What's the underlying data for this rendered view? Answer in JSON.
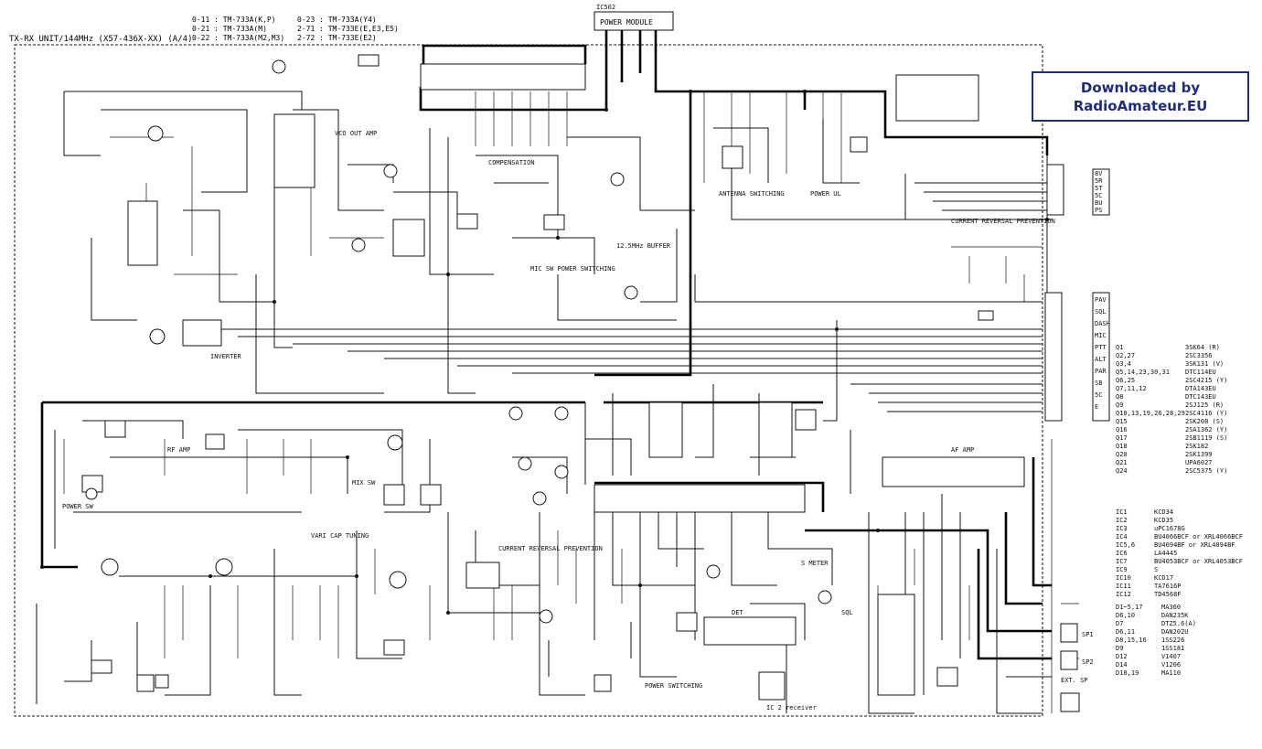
{
  "header": {
    "title": "TX-RX UNIT/144MHz (X57-436X-XX) (A/4)",
    "variants": [
      "0-11 : TM-733A(K,P)",
      "0-21 : TM-733A(M)",
      "0-22 : TM-733A(M2,M3)",
      "0-23 : TM-733A(Y4)",
      "2-71 : TM-733E(E,E3,E5)",
      "2-72 : TM-733E(E2)"
    ]
  },
  "watermark": {
    "line1": "Downloaded by",
    "line2": "RadioAmateur.EU"
  },
  "blocks": {
    "power_module": "POWER MODULE",
    "ic502": "IC502",
    "vco_out_amp": "VCO OUT AMP",
    "inverter": "INVERTER",
    "compensation": "COMPENSATION",
    "antenna_switching": "ANTENNA SWITCHING",
    "power_ul": "POWER UL",
    "current_reversal": "CURRENT REVERSAL PREVENTION",
    "buffer": "12.5MHz BUFFER",
    "mic_sw": "MIC SW POWER SWITCHING",
    "rf_amp": "RF AMP",
    "af_amp": "AF AMP",
    "power_sw": "POWER SW",
    "varicap_tuning": "VARI CAP TUNING",
    "current_reversal_2": "CURRENT REVERSAL PREVENTION",
    "s_meter": "S METER",
    "power_switching": "POWER SWITCHING",
    "ic2_receiver": "IC 2 receiver",
    "mixer": "MIX SW",
    "detector": "DET",
    "squelch": "SQL"
  },
  "connectors": {
    "cn_top": [
      "8V",
      "5R",
      "5T",
      "5C",
      "BU",
      "PS"
    ],
    "cn_right": [
      "PAV",
      "SQL",
      "DASH",
      "MIC",
      "PTT",
      "ALT",
      "PAR",
      "SB",
      "5C",
      "E"
    ],
    "outputs": [
      "SP1",
      "SP2",
      "EXT. SP"
    ]
  },
  "parts_list": {
    "transistors": [
      {
        "ref": "Q1",
        "part": "3SK64 (R)"
      },
      {
        "ref": "Q2,27",
        "part": "2SC3356"
      },
      {
        "ref": "Q3,4",
        "part": "3SK131 (V)"
      },
      {
        "ref": "Q5,14,23,30,31",
        "part": "DTC114EU"
      },
      {
        "ref": "Q6,25",
        "part": "2SC4215 (Y)"
      },
      {
        "ref": "Q7,11,12",
        "part": "DTA143EU"
      },
      {
        "ref": "Q8",
        "part": "DTC143EU"
      },
      {
        "ref": "Q9",
        "part": "2SJ125 (R)"
      },
      {
        "ref": "Q10,13,19,26,28,29",
        "part": "2SC4116 (Y)"
      },
      {
        "ref": "Q15",
        "part": "2SK208 (S)"
      },
      {
        "ref": "Q16",
        "part": "2SA1362 (Y)"
      },
      {
        "ref": "Q17",
        "part": "2SB1119 (S)"
      },
      {
        "ref": "Q18",
        "part": "2SK182"
      },
      {
        "ref": "Q20",
        "part": "2SK1399"
      },
      {
        "ref": "Q21",
        "part": "UPA6027"
      },
      {
        "ref": "Q24",
        "part": "2SC5375 (Y)"
      }
    ],
    "ics": [
      {
        "ref": "IC1",
        "part": "KCD34"
      },
      {
        "ref": "IC2",
        "part": "KCD35"
      },
      {
        "ref": "IC3",
        "part": "uPC1678G"
      },
      {
        "ref": "IC4",
        "part": "BU4066BCF or XRL4066BCF"
      },
      {
        "ref": "IC5,6",
        "part": "BU4094BF or XRL4094BF"
      },
      {
        "ref": "IC6",
        "part": "LA4445"
      },
      {
        "ref": "IC7",
        "part": "BU4053BCF or XRL4053BCF"
      },
      {
        "ref": "IC9",
        "part": "S"
      },
      {
        "ref": "IC10",
        "part": "KCD17"
      },
      {
        "ref": "IC11",
        "part": "TA7616P"
      },
      {
        "ref": "IC12",
        "part": "TD4568F"
      }
    ],
    "diodes": [
      {
        "ref": "D1~5,17",
        "part": "MA360"
      },
      {
        "ref": "D6,10",
        "part": "DAN235K"
      },
      {
        "ref": "D7",
        "part": "DTZ5.6(A)"
      },
      {
        "ref": "D6,11",
        "part": "DAN202U"
      },
      {
        "ref": "D8,15,16",
        "part": "1SS226"
      },
      {
        "ref": "D9",
        "part": "1SS181"
      },
      {
        "ref": "D12",
        "part": "V1407"
      },
      {
        "ref": "D14",
        "part": "V1206"
      },
      {
        "ref": "D18,19",
        "part": "MA110"
      }
    ]
  }
}
